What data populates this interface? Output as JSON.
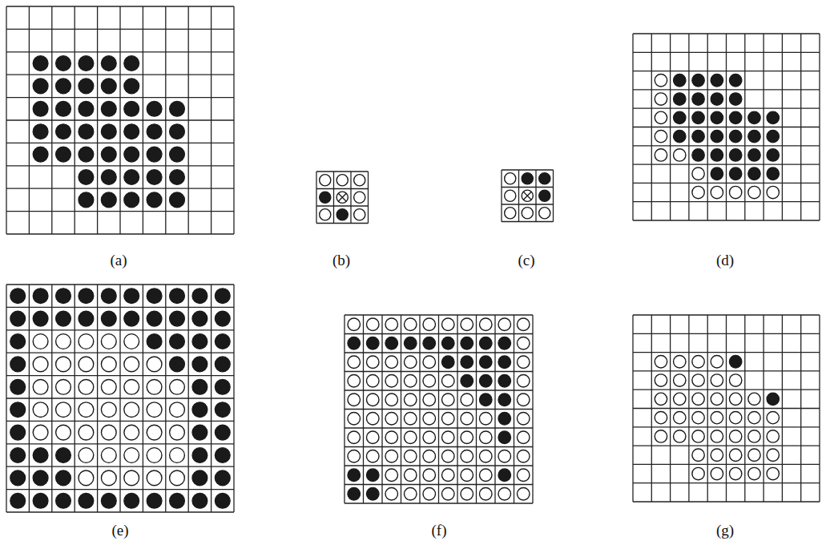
{
  "diagram": {
    "labels": [
      "(a)",
      "(b)",
      "(c)",
      "(d)",
      "(e)",
      "(f)",
      "(g)"
    ]
  }
}
